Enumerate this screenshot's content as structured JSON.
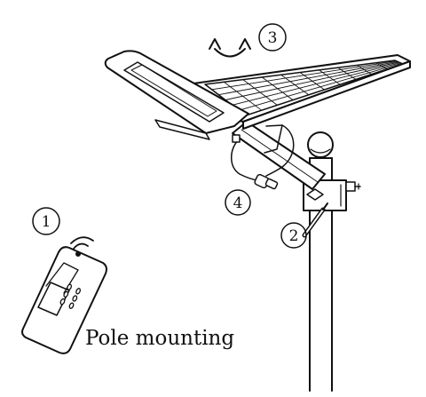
{
  "caption": "Pole mounting",
  "callouts": {
    "remote": "1",
    "bracket": "2",
    "rotate": "3",
    "connector": "4"
  },
  "colors": {
    "line": "#111111",
    "panel_fill": "#ffffff",
    "background": "#ffffff"
  }
}
